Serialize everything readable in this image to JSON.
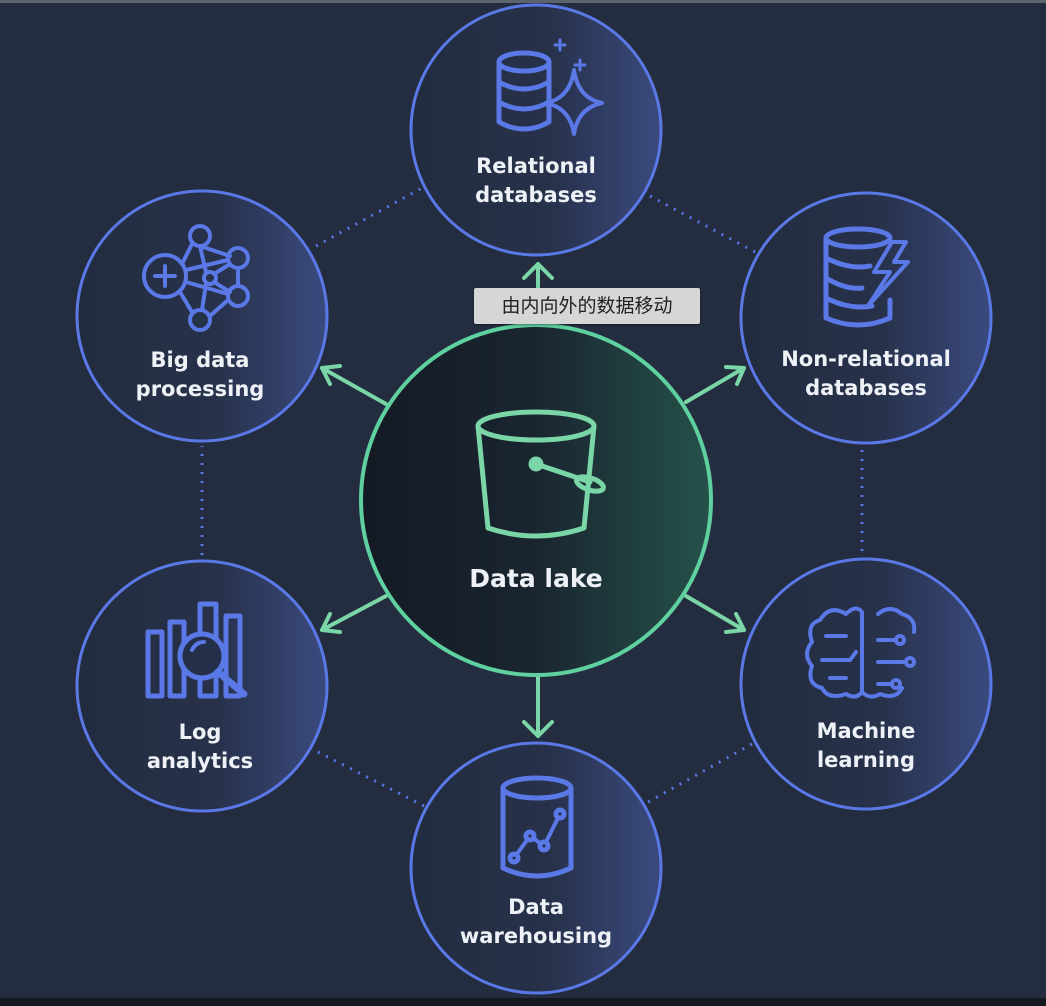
{
  "hub": {
    "label": "Data lake",
    "icon": "bucket-icon"
  },
  "nodes": [
    {
      "id": "relational",
      "label": "Relational\ndatabases",
      "icon": "relational-database-sparkle-icon"
    },
    {
      "id": "nonrelational",
      "label": "Non-relational\ndatabases",
      "icon": "nonrelational-database-lightning-icon"
    },
    {
      "id": "ml",
      "label": "Machine\nlearning",
      "icon": "brain-circuit-icon"
    },
    {
      "id": "warehouse",
      "label": "Data\nwarehousing",
      "icon": "database-line-chart-icon"
    },
    {
      "id": "log",
      "label": "Log\nanalytics",
      "icon": "bar-chart-magnifier-icon"
    },
    {
      "id": "bigdata",
      "label": "Big data\nprocessing",
      "icon": "network-graph-plus-icon"
    }
  ],
  "tooltip": {
    "text": "由内向外的数据移动"
  },
  "colors": {
    "background": "#232d3f",
    "node_stroke": "#5a78e6",
    "hub_stroke": "#5fd0a0",
    "arrow": "#7ad6a6",
    "dotted_link": "#5a78e6",
    "icon_stroke": "#5a78e6",
    "hub_icon_stroke": "#7ad6a6"
  }
}
